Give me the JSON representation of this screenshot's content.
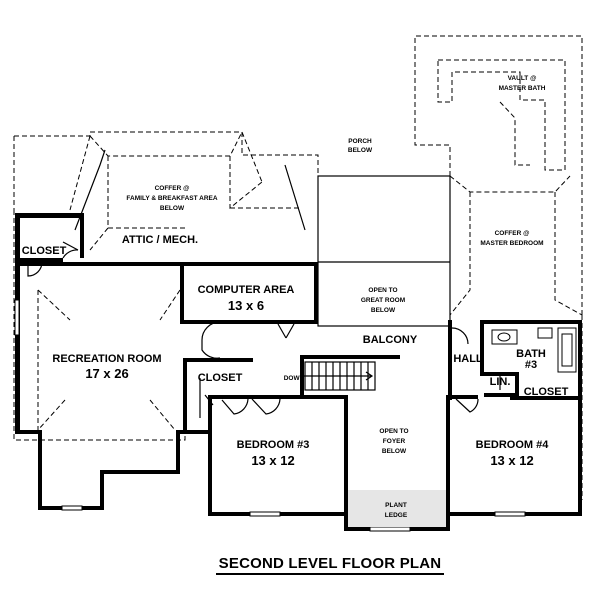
{
  "title": "SECOND LEVEL FLOOR PLAN",
  "rooms": {
    "recreation": {
      "name": "RECREATION ROOM",
      "size": "17 x 26"
    },
    "computer": {
      "name": "COMPUTER AREA",
      "size": "13 x 6"
    },
    "bedroom3": {
      "name": "BEDROOM #3",
      "size": "13 x 12"
    },
    "bedroom4": {
      "name": "BEDROOM #4",
      "size": "13 x 12"
    },
    "bath3": {
      "line1": "BATH",
      "line2": "#3"
    }
  },
  "labels": {
    "closet_left": "CLOSET",
    "closet_mid": "CLOSET",
    "closet_right": "CLOSET",
    "attic": "ATTIC / MECH.",
    "balcony": "BALCONY",
    "hall": "HALL",
    "lin": "LIN.",
    "down": "DOWN",
    "porch_1": "PORCH",
    "porch_2": "BELOW",
    "coffer_family_1": "COFFER @",
    "coffer_family_2": "FAMILY & BREAKFAST AREA",
    "coffer_family_3": "BELOW",
    "coffer_master_1": "COFFER @",
    "coffer_master_2": "MASTER BEDROOM",
    "vault_1": "VAULT @",
    "vault_2": "MASTER BATH",
    "open_great_1": "OPEN TO",
    "open_great_2": "GREAT ROOM",
    "open_great_3": "BELOW",
    "open_foyer_1": "OPEN TO",
    "open_foyer_2": "FOYER",
    "open_foyer_3": "BELOW",
    "plant_1": "PLANT",
    "plant_2": "LEDGE"
  }
}
